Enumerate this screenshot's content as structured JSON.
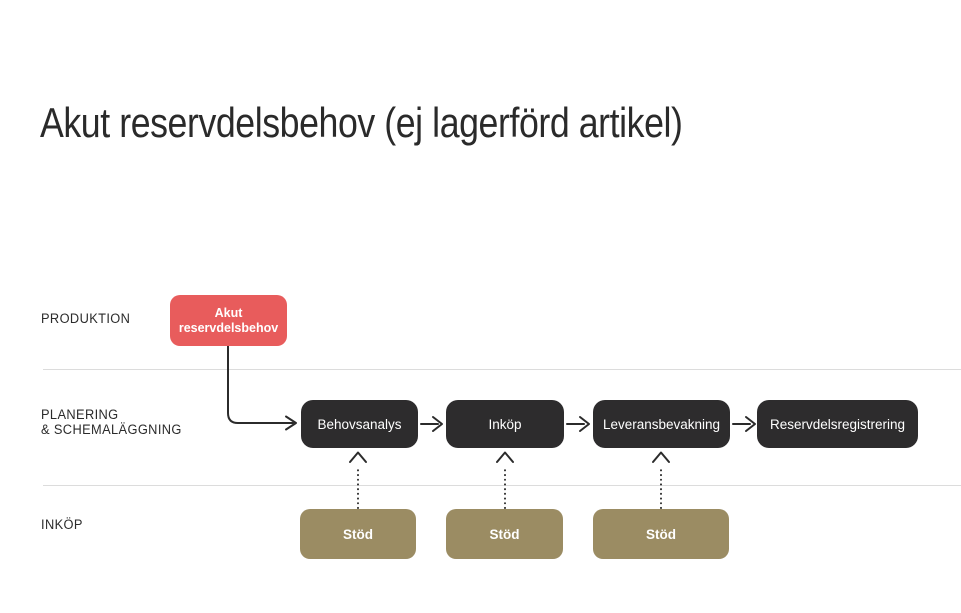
{
  "title": "Akut reservdelsbehov (ej lagerförd artikel)",
  "lanes": [
    {
      "label": "PRODUKTION"
    },
    {
      "line1": "PLANERING",
      "line2": "& SCHEMALÄGGNING"
    },
    {
      "label": "INKÖP"
    }
  ],
  "nodes": {
    "trigger": {
      "label": "Akut reservdelsbehov"
    },
    "process": [
      "Behovsanalys",
      "Inköp",
      "Leveransbevakning",
      "Reservdelsregistrering"
    ],
    "support": [
      "Stöd",
      "Stöd",
      "Stöd"
    ]
  },
  "colors": {
    "background": "#ffffff",
    "title_text": "#2a2a2a",
    "lane_label_text": "#2b2b2b",
    "divider": "#dcdcdc",
    "connector": "#2b2b2b",
    "trigger_node": "#e85c5c",
    "process_node": "#2d2c2d",
    "support_node": "#9b8c63",
    "node_text": "#ffffff"
  }
}
